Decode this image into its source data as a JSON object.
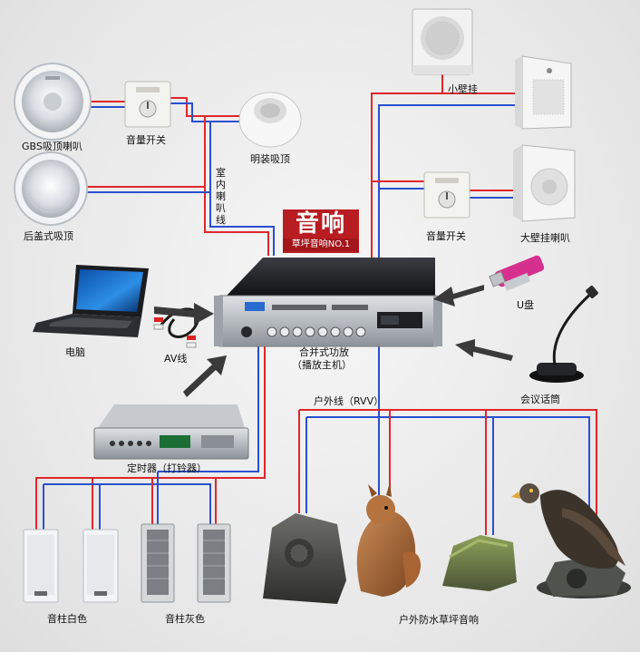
{
  "brand": {
    "title": "音响",
    "subtitle": "草坪音响NO.1"
  },
  "labels": {
    "gbs_ceiling": "GBS吸顶喇叭",
    "volume_switch_left": "音量开关",
    "surface_ceiling": "明装吸顶",
    "back_cover_ceiling": "后盖式吸顶",
    "indoor_cable": "室内喇叭线",
    "small_wall": "小壁挂",
    "volume_switch_right": "音量开关",
    "large_wall": "大壁挂喇叭",
    "usb": "U盘",
    "computer": "电脑",
    "av_cable": "AV线",
    "amplifier_line1": "合并式功放",
    "amplifier_line2": "（播放主机）",
    "microphone": "会议话筒",
    "outdoor_cable": "户外线（RVV）",
    "timer": "定时器（打铃器）",
    "column_white": "音柱白色",
    "column_gray": "音柱灰色",
    "lawn_speakers": "户外防水草坪音响"
  },
  "colors": {
    "red_wire": "#e0262b",
    "blue_wire": "#2a4fd0",
    "brand_red": "#b81d22"
  }
}
